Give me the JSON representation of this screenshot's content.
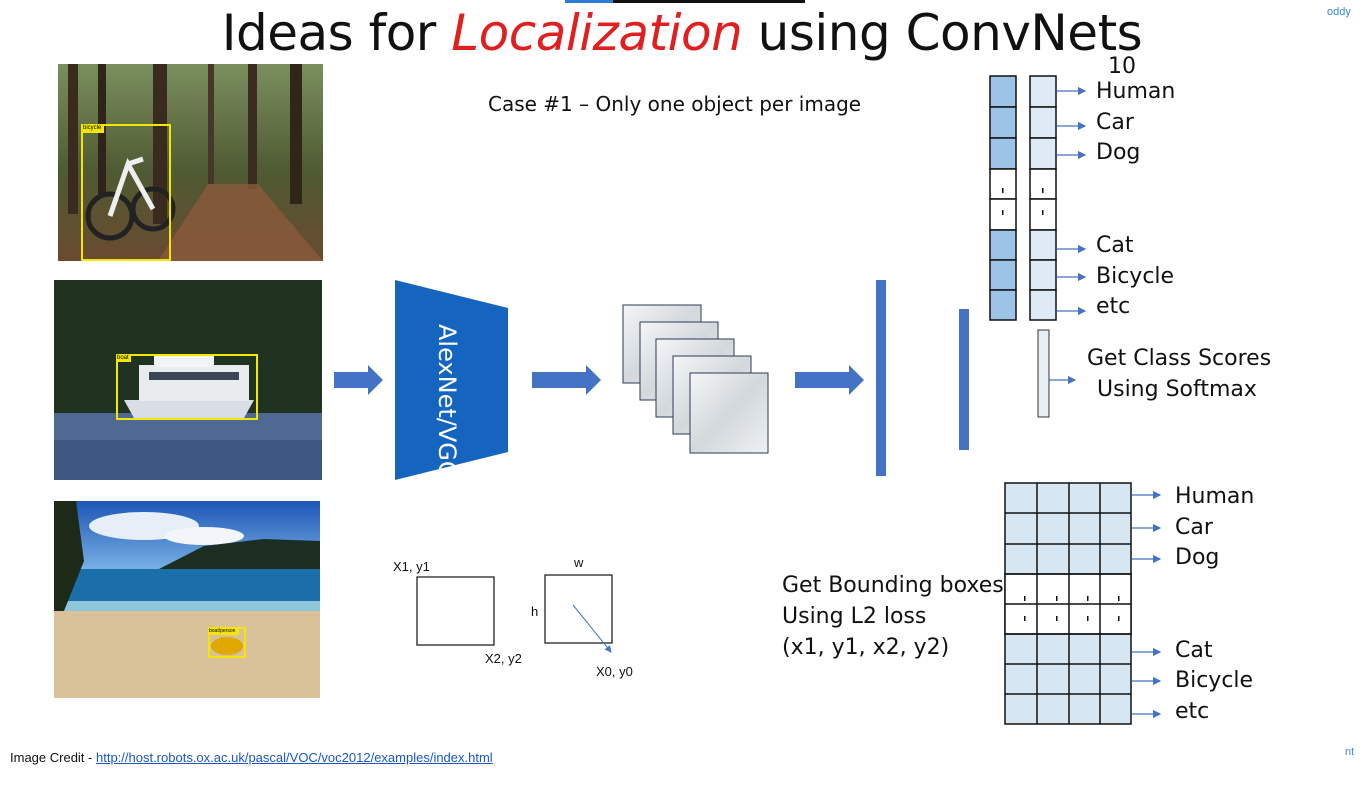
{
  "title": {
    "prefix": "Ideas for ",
    "accent": "Localization",
    "suffix": " using ConvNets"
  },
  "corner_top_right": "oddy",
  "corner_bottom_right": "nt",
  "case_label": "Case #1 – Only one object per image",
  "network_label": "AlexNet/VGG",
  "class_count": "10",
  "class_labels": [
    "Human",
    "Car",
    "Dog",
    "Cat",
    "Bicycle",
    "etc"
  ],
  "class_scores_caption": [
    "Get Class Scores",
    "Using Softmax"
  ],
  "bbox_labels": [
    "Human",
    "Car",
    "Dog",
    "Cat",
    "Bicycle",
    "etc"
  ],
  "bbox_caption": [
    "Get Bounding boxes",
    "Using L2 loss",
    "(x1, y1, x2, y2)"
  ],
  "box_corner_labels": {
    "top_left": "X1, y1",
    "bottom_right": "X2, y2"
  },
  "box_center_labels": {
    "width": "w",
    "height": "h",
    "center": "X0, y0"
  },
  "photo_tags": [
    "bicycle",
    "boat",
    "boat/person"
  ],
  "credit": {
    "prefix": "Image Credit - ",
    "link": "http://host.robots.ox.ac.uk/pascal/VOC/voc2012/examples/index.html"
  },
  "colors": {
    "accent": "#e02020",
    "network": "#1565c0",
    "arrow": "#4472c4",
    "vector_dark": "#9dc3e6",
    "vector_light": "#deebf7",
    "bbox_cell": "#d6e6f2"
  }
}
